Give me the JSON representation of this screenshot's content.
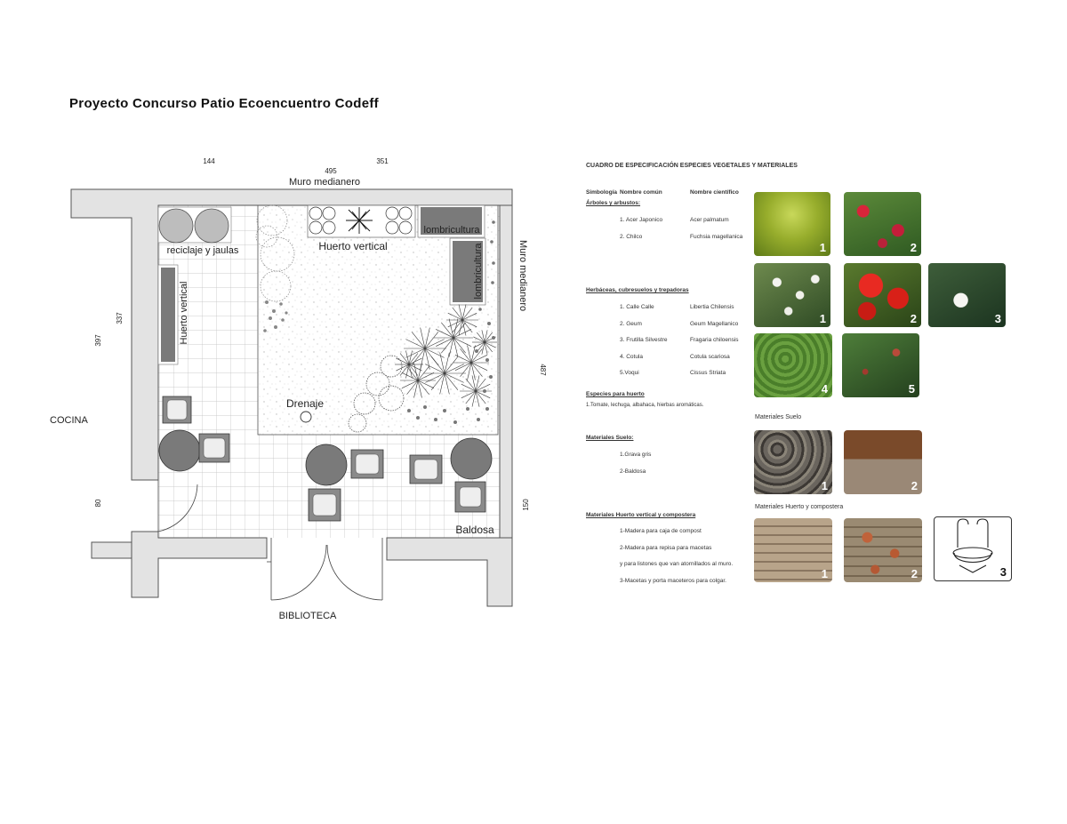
{
  "page_title": "Proyecto Concurso Patio Ecoencuentro Codeff",
  "plan": {
    "dims_top": [
      "144",
      "495",
      "351"
    ],
    "wall_top": "Muro medianero",
    "wall_right": "Muro medianero",
    "dims_left": [
      "337",
      "397",
      "80"
    ],
    "dims_right": [
      "487",
      "150"
    ],
    "rooms": {
      "left": "COCINA",
      "bottom": "BIBLIOTECA"
    },
    "zones": {
      "reciclaje": "reciclaje y jaulas",
      "huerto_top": "Huerto vertical",
      "huerto_left": "Huerto vertical",
      "lombri_top": "lombricultura",
      "lombri_right": "lombricultura",
      "drenaje": "Drenaje",
      "baldosa": "Baldosa"
    }
  },
  "spec": {
    "heading": "CUADRO DE ESPECIFICACIÓN ESPECIES VEGETALES Y MATERIALES",
    "col_simbologia": "Simbología",
    "col_comun": "Nombre común",
    "col_cientifico": "Nombre científico",
    "arboles_title": "Árboles y arbustos:",
    "arboles": [
      {
        "comun": "1. Acer Japonico",
        "cientifico": "Acer palmatum"
      },
      {
        "comun": "2. Chilco",
        "cientifico": "Fuchsia magellanica"
      }
    ],
    "herbaceas_title": "Herbáceas, cubresuelos y trepadoras",
    "herbaceas": [
      {
        "comun": "1. Calle Calle",
        "cientifico": "Libertia  Chilensis"
      },
      {
        "comun": "2. Geum",
        "cientifico": "Geum Magellanico"
      },
      {
        "comun": "3. Frutilla Silvestre",
        "cientifico": "Fragaria chiloensis"
      },
      {
        "comun": "4. Cotula",
        "cientifico": "Cotula scariosa"
      },
      {
        "comun": "5.Voqui",
        "cientifico": "Cissus Striata"
      }
    ],
    "huerto_title": "Especies para huerto",
    "huerto_text": "1.Tomate, lechuga, albahaca, hierbas aromáticas.",
    "suelo_title": "Materiales Suelo:",
    "suelo": [
      "1.Grava gris",
      "2-Baldosa"
    ],
    "compost_title": "Materiales Huerto vertical y compostera",
    "compost": [
      "1-Madera para caja de compost",
      "2-Madera para repisa para macetas",
      "y para listones que van atornillados al muro.",
      "3-Macetas y porta maceteros para colgar."
    ]
  },
  "captions": {
    "suelo": "Materiales Suelo",
    "huerto": "Materiales Huerto y compostera"
  },
  "photo_numbers": {
    "arbol_1": "1",
    "arbol_2": "2",
    "herb_1": "1",
    "herb_2": "2",
    "herb_3": "3",
    "herb_4": "4",
    "herb_5": "5",
    "suelo_1": "1",
    "suelo_2": "2",
    "comp_1": "1",
    "comp_2": "2",
    "comp_3": "3"
  }
}
